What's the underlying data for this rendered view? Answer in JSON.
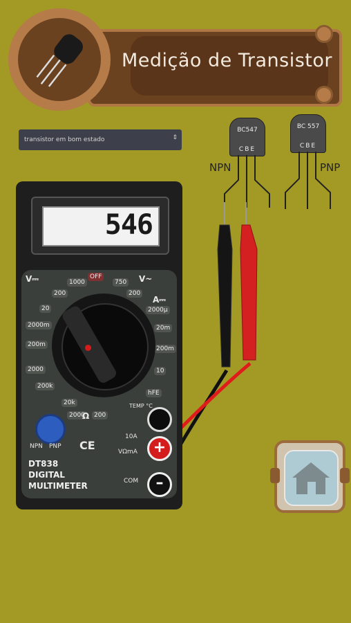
{
  "header": {
    "title": "Medição de Transistor",
    "icon": "transistor-icon"
  },
  "selector": {
    "value": "transistor em bom estado",
    "arrow": "⇕"
  },
  "multimeter": {
    "display_value": "546",
    "labels": {
      "v_dc": "V⎓",
      "v_ac": "V~",
      "off": "OFF",
      "a": "A⎓",
      "r1000": "1000",
      "r200a": "200",
      "r20": "20",
      "r2000m": "2000m",
      "r200m": "200m",
      "r2000": "2000",
      "r200k": "200k",
      "r20k": "20k",
      "r2000b": "2000",
      "r200b": "200",
      "v750": "750",
      "v200": "200",
      "a2000u": "2000μ",
      "a20m": "20m",
      "a200m": "200m",
      "a10": "10",
      "hfe": "hFE",
      "temp": "TEMP °C",
      "ohm": "Ω",
      "npn": "NPN",
      "pnp": "PNP",
      "ce": "CE",
      "a10a": "10A",
      "vohma": "VΩmA",
      "com": "COM"
    },
    "brand_line1": "DT838",
    "brand_line2": "DIGITAL",
    "brand_line3": "MULTIMETER"
  },
  "transistors": [
    {
      "name": "BC547",
      "pins": "CBE",
      "type": "NPN"
    },
    {
      "name": "BC 557",
      "pins": "CBE",
      "type": "PNP"
    }
  ],
  "home_button": {
    "icon": "home-icon"
  }
}
